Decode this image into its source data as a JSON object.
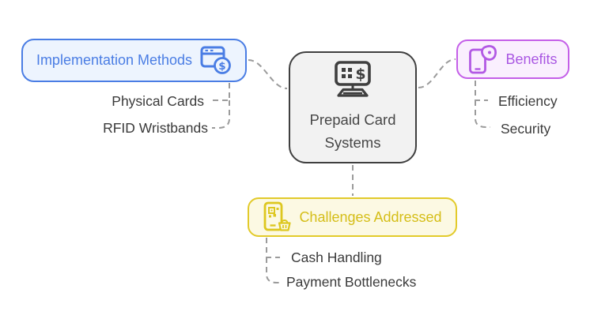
{
  "diagram": {
    "title": "Prepaid Card Systems",
    "center_node": {
      "label_line1": "Prepaid Card",
      "label_line2": "Systems",
      "icon": "cash-register-icon",
      "border_color": "#3f3f3f",
      "background_color": "#f2f2f2",
      "text_color": "#474747"
    },
    "branches": {
      "implementation": {
        "label": "Implementation Methods",
        "icon": "browser-payment-icon",
        "border_color": "#4a7de4",
        "text_color": "#4a7de4",
        "background_color": "#edf4fe",
        "children": [
          "Physical Cards",
          "RFID Wristbands"
        ]
      },
      "benefits": {
        "label": "Benefits",
        "icon": "phone-leaf-icon",
        "border_color": "#c45fe8",
        "text_color": "#a957e2",
        "background_color": "#faeffe",
        "children": [
          "Efficiency",
          "Security"
        ]
      },
      "challenges": {
        "label": "Challenges Addressed",
        "icon": "phone-qr-basket-icon",
        "border_color": "#e2ca2a",
        "text_color": "#d5be18",
        "background_color": "#fcf9e3",
        "children": [
          "Cash Handling",
          "Payment Bottlenecks"
        ]
      }
    },
    "leaf_text_color": "#3a3a3a",
    "connector_color": "#9b9b9b"
  }
}
